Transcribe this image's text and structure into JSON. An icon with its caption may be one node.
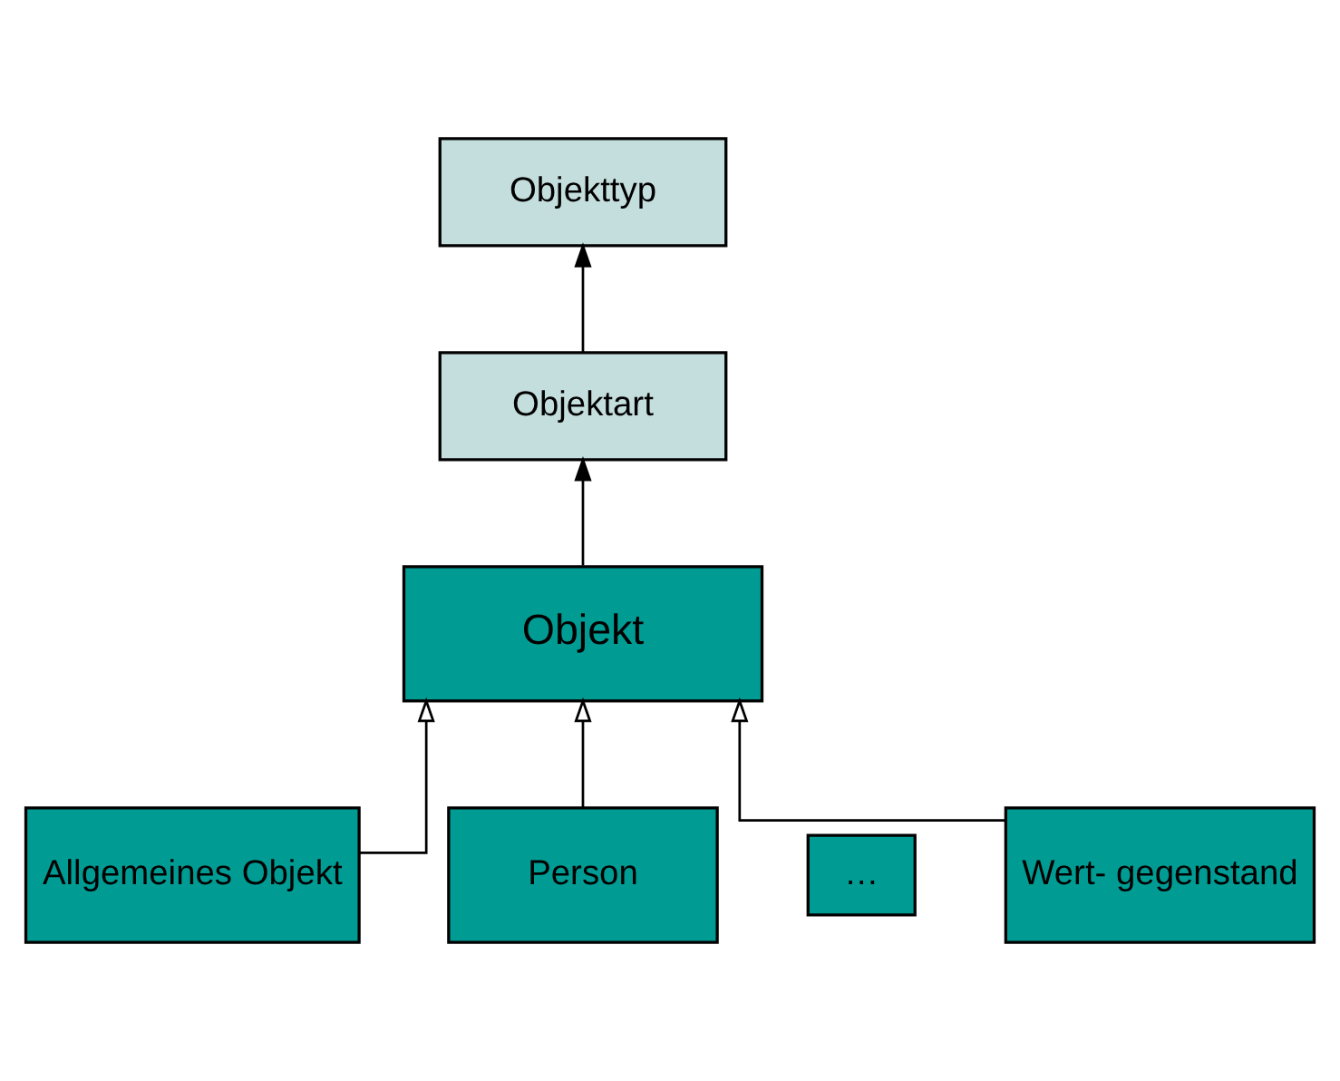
{
  "diagram": {
    "nodes": [
      {
        "text": [
          "Objekttyp"
        ]
      },
      {
        "text": [
          "Objektart"
        ]
      },
      {
        "text": [
          "Objekt"
        ]
      },
      {
        "text": [
          "Allgemeines Objekt"
        ]
      },
      {
        "text": [
          "Person"
        ]
      },
      {
        "text": [
          "…"
        ]
      },
      {
        "text": [
          "Wert- gegenstand"
        ]
      }
    ],
    "edges": [
      {
        "from": 1,
        "to": 0,
        "arrow": "to"
      },
      {
        "from": 2,
        "to": 1,
        "arrow": "to"
      },
      {
        "from": 3,
        "to": 2,
        "arrow": "to"
      },
      {
        "from": 4,
        "to": 2,
        "arrow": "to"
      },
      {
        "from": 6,
        "to": 2,
        "arrow": "to"
      }
    ]
  }
}
